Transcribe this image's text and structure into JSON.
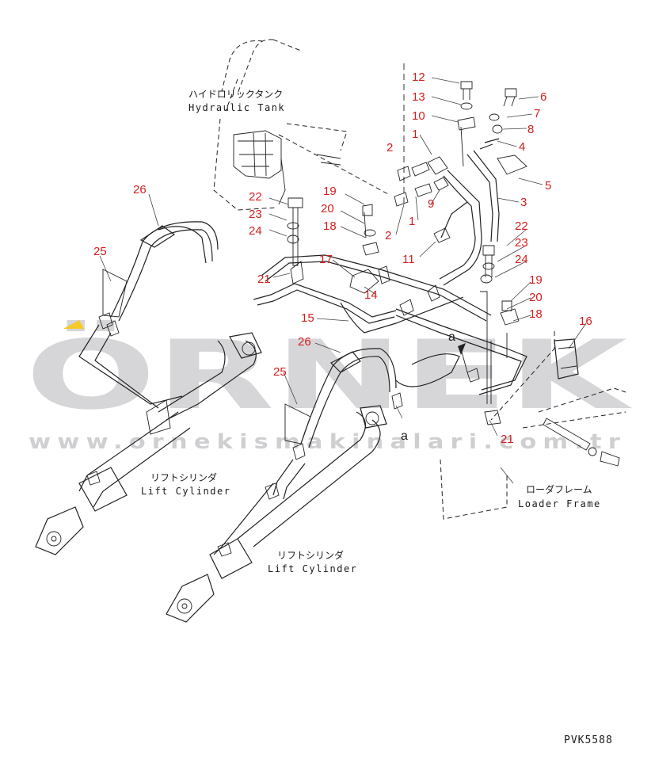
{
  "diagram": {
    "labels_jp": {
      "hydraulic_tank": "ハイドロリックタンク",
      "lift_cylinder_1": "リフトシリンダ",
      "lift_cylinder_2": "リフトシリンダ",
      "loader_frame": "ローダフレーム"
    },
    "labels_en": {
      "hydraulic_tank": "Hydraulic Tank",
      "lift_cylinder_1": "Lift Cylinder",
      "lift_cylinder_2": "Lift Cylinder",
      "loader_frame": "Loader Frame"
    },
    "part_numbers": {
      "p12": "12",
      "p13": "13",
      "p10": "10",
      "p1a": "1",
      "p1b": "1",
      "p2a": "2",
      "p2b": "2",
      "p6": "6",
      "p7": "7",
      "p8": "8",
      "p4": "4",
      "p5": "5",
      "p3": "3",
      "p9": "9",
      "p11": "11",
      "p19a": "19",
      "p20a": "20",
      "p18a": "18",
      "p22a": "22",
      "p23a": "23",
      "p24a": "24",
      "p26a": "26",
      "p25a": "25",
      "p21a": "21",
      "p17": "17",
      "p14": "14",
      "p15": "15",
      "p22b": "22",
      "p23b": "23",
      "p24b": "24",
      "p19b": "19",
      "p20b": "20",
      "p18b": "18",
      "p16": "16",
      "p26b": "26",
      "p25b": "25",
      "p21b": "21"
    },
    "view_markers": {
      "a_top": "a",
      "a_bottom": "a"
    },
    "drawing_code": "PVK5588",
    "watermark": {
      "brand": "ÖRNEK",
      "url": "www.ornekismakinalari.com.tr"
    }
  }
}
